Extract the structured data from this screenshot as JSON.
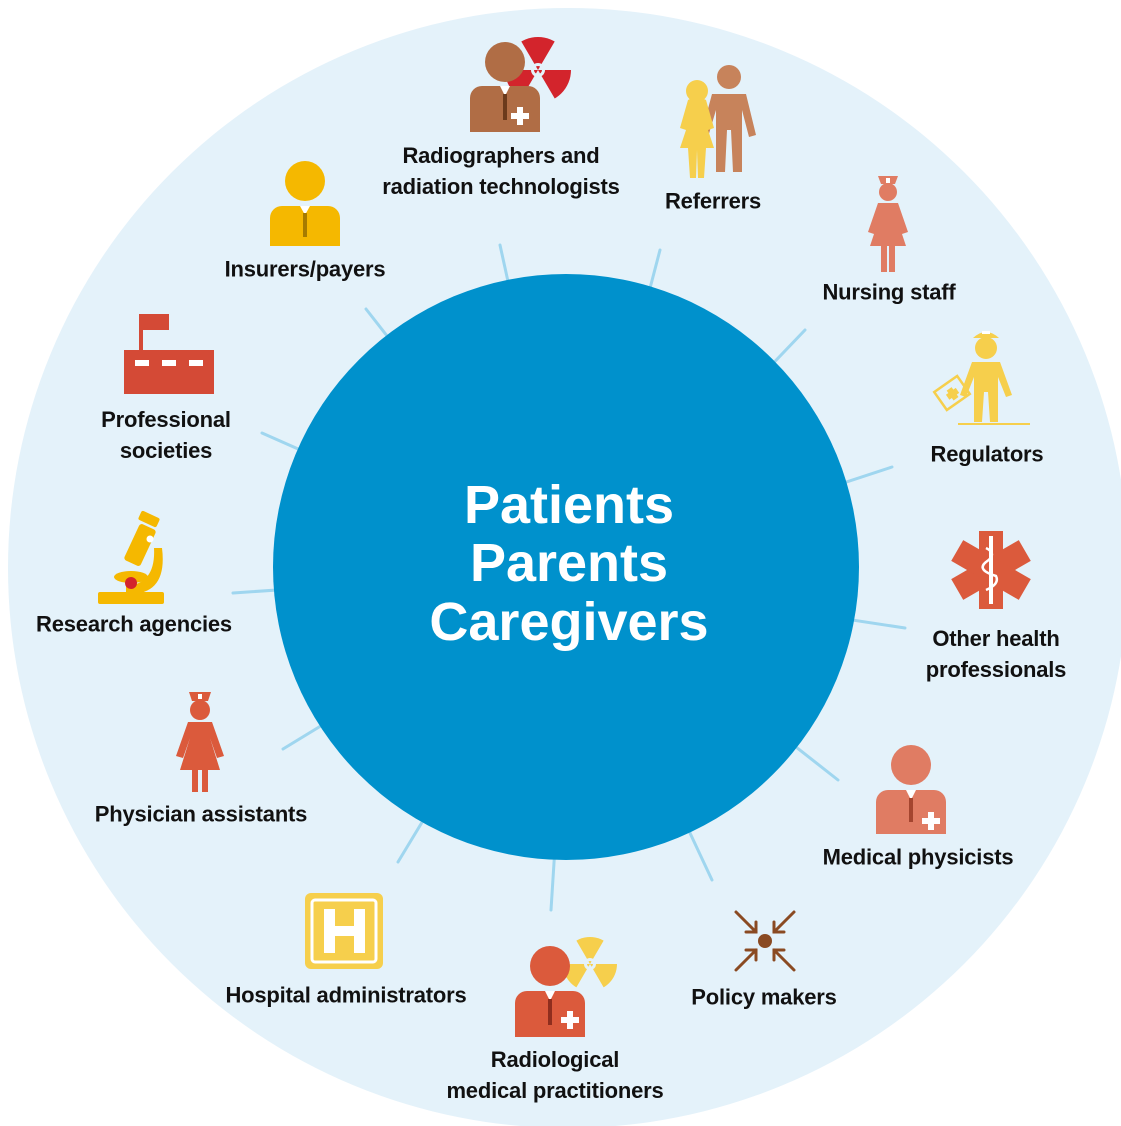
{
  "center": {
    "lines": [
      "Patients",
      "Parents",
      "Caregivers"
    ]
  },
  "stakeholders": [
    {
      "id": "radiographers",
      "label": "Radiographers and\nradiation technologists",
      "icon": "radiographer-radiation-icon"
    },
    {
      "id": "referrers",
      "label": "Referrers",
      "icon": "referrers-couple-icon"
    },
    {
      "id": "nursing-staff",
      "label": "Nursing staff",
      "icon": "nurse-icon"
    },
    {
      "id": "regulators",
      "label": "Regulators",
      "icon": "regulator-inspector-icon"
    },
    {
      "id": "other-health-professionals",
      "label": "Other health\nprofessionals",
      "icon": "star-of-life-icon"
    },
    {
      "id": "medical-physicists",
      "label": "Medical physicists",
      "icon": "medical-physicist-icon"
    },
    {
      "id": "policy-makers",
      "label": "Policy makers",
      "icon": "policy-arrows-icon"
    },
    {
      "id": "radiological-practitioners",
      "label": "Radiological\nmedical practitioners",
      "icon": "radiologist-radiation-icon"
    },
    {
      "id": "hospital-administrators",
      "label": "Hospital administrators",
      "icon": "hospital-h-icon"
    },
    {
      "id": "physician-assistants",
      "label": "Physician assistants",
      "icon": "physician-assistant-icon"
    },
    {
      "id": "research-agencies",
      "label": "Research agencies",
      "icon": "microscope-icon"
    },
    {
      "id": "professional-societies",
      "label": "Professional\nsocieties",
      "icon": "building-flag-icon"
    },
    {
      "id": "insurers",
      "label": "Insurers/payers",
      "icon": "insurer-person-icon"
    }
  ],
  "colors": {
    "outer_ring": "#e4f2fa",
    "center_circle": "#0091cc",
    "spoke": "#9fd6ef",
    "center_text": "#ffffff",
    "label_text": "#111111",
    "red": "#d44a36",
    "orange_red": "#db5a3c",
    "salmon": "#e07c63",
    "brown": "#b06d45",
    "tan": "#c7835b",
    "dark_brown": "#8a4a22",
    "yellow": "#f5b800",
    "light_yellow": "#f6cf4c",
    "radiation_red": "#d3242c"
  }
}
